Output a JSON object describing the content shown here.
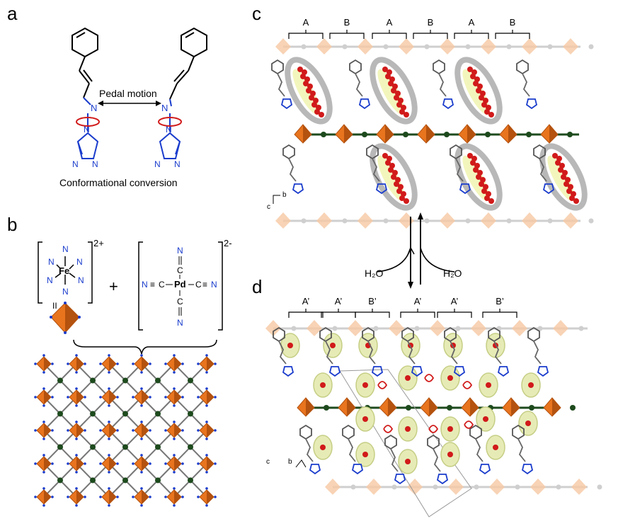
{
  "panels": {
    "a": "a",
    "b": "b",
    "c": "c",
    "d": "d"
  },
  "panel_a": {
    "pedal_label": "Pedal motion",
    "conversion_label": "Conformational conversion",
    "atom_N": "N"
  },
  "panel_b": {
    "fe_label": "Fe",
    "fe_charge": "2+",
    "pd_label": "Pd",
    "pd_charge": "2-",
    "plus": "+",
    "equals": "II",
    "n_atom": "N",
    "c_atom": "C"
  },
  "panel_c": {
    "groups": [
      "A",
      "B",
      "A",
      "B",
      "A",
      "B"
    ],
    "axis_b": "b",
    "axis_c": "c"
  },
  "panel_d": {
    "groups": [
      "A’",
      "A’",
      "B’",
      "A’",
      "A’",
      "B’"
    ],
    "axis_b": "b",
    "axis_c": "c"
  },
  "arrows": {
    "left_label": "H₂O",
    "right_label": "H₂O"
  },
  "colors": {
    "orange": "#e8741e",
    "dark_orange": "#b4520f",
    "blue": "#1a3ccc",
    "red": "#d11a1a",
    "green": "#1d4a1d",
    "grey": "#888888"
  }
}
